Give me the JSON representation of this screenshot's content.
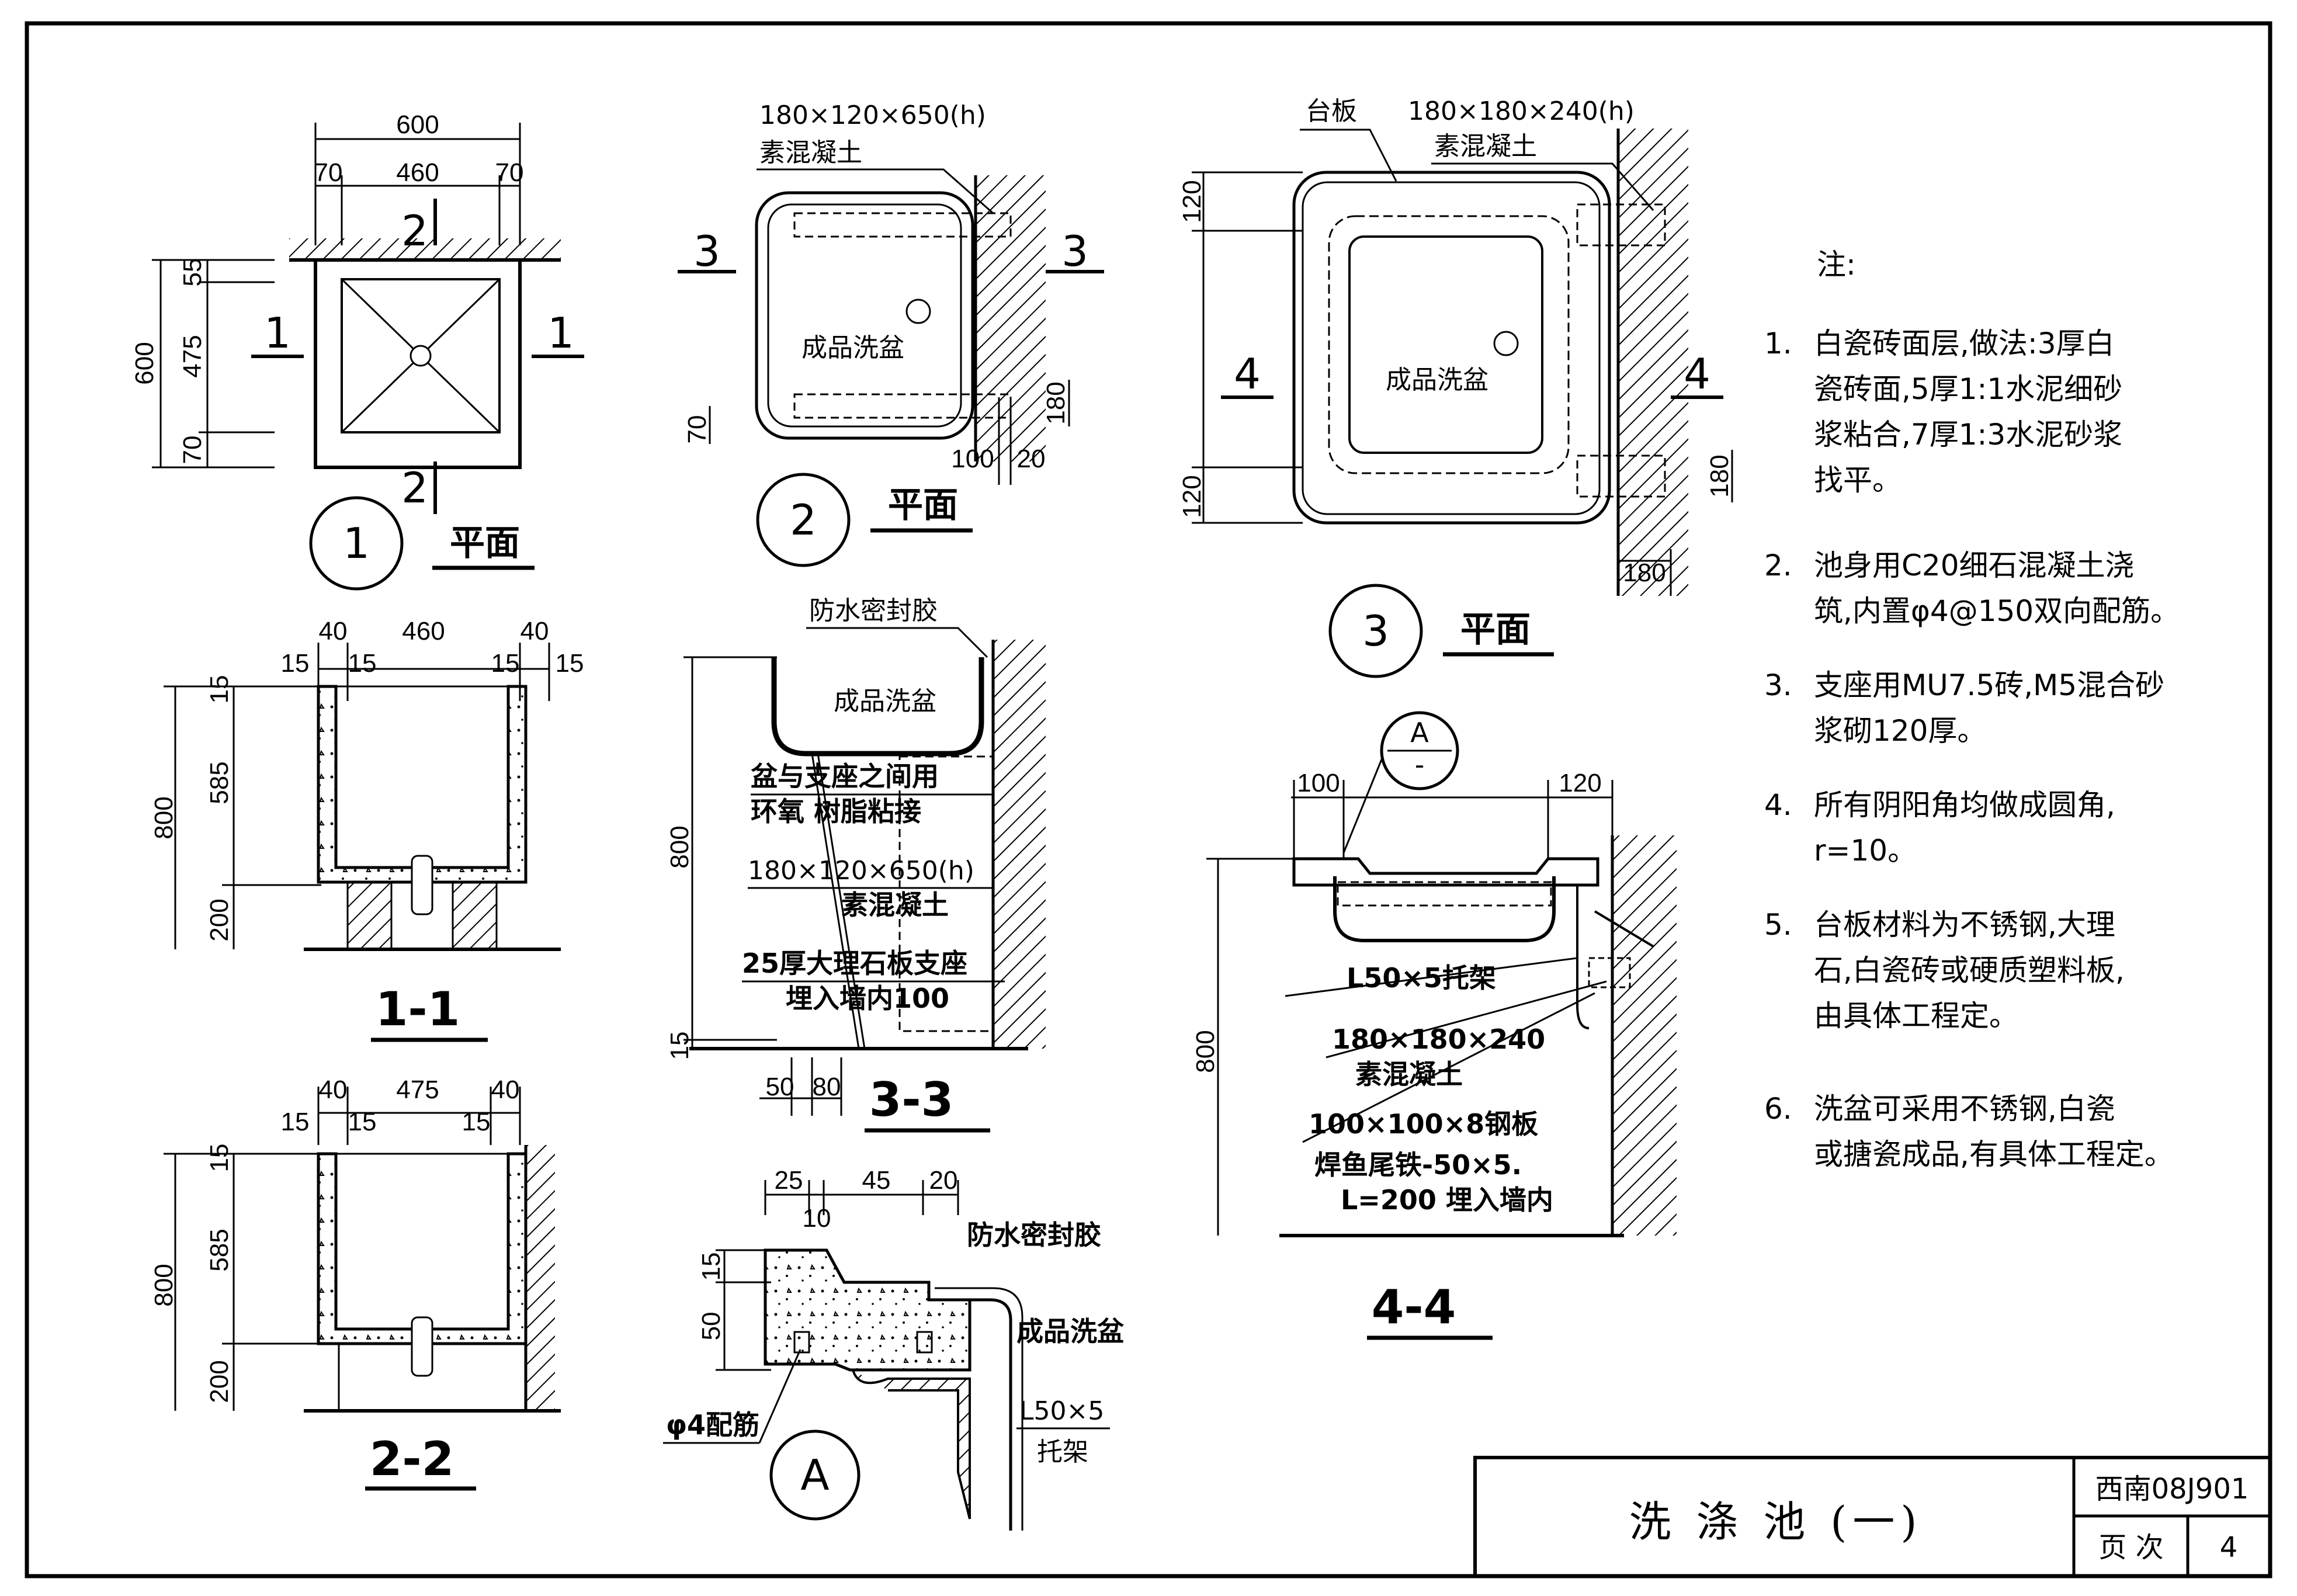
{
  "drawing": {
    "title": "洗 涤 池 (一)",
    "atlas_code": "西南08J901",
    "page_label": "页 次",
    "page_number": "4"
  },
  "notes": {
    "heading": "注:",
    "items": [
      {
        "num": "1.",
        "lines": [
          "白瓷砖面层,做法:3厚白",
          "瓷砖面,5厚1:1水泥细砂",
          "浆粘合,7厚1:3水泥砂浆",
          "找平。"
        ]
      },
      {
        "num": "2.",
        "lines": [
          "池身用C20细石混凝土浇",
          "筑,内置φ4@150双向配筋。"
        ]
      },
      {
        "num": "3.",
        "lines": [
          "支座用MU7.5砖,M5混合砂",
          "浆砌120厚。"
        ]
      },
      {
        "num": "4.",
        "lines": [
          "所有阴阳角均做成圆角,",
          "r=10。"
        ]
      },
      {
        "num": "5.",
        "lines": [
          "台板材料为不锈钢,大理",
          "石,白瓷砖或硬质塑料板,",
          "由具体工程定。"
        ]
      },
      {
        "num": "6.",
        "lines": [
          "洗盆可采用不锈钢,白瓷",
          "或搪瓷成品,有具体工程定。"
        ]
      }
    ]
  },
  "plan1": {
    "num": "1",
    "title": "平面",
    "dims": {
      "overall": "600",
      "left": "70",
      "mid": "460",
      "right": "70",
      "v_overall": "600",
      "v_top": "55",
      "v_mid": "475",
      "v_bot": "70"
    },
    "cut_marks": {
      "a": "1",
      "b": "2"
    }
  },
  "plan2": {
    "num": "2",
    "title": "平面",
    "label_spec": "180×120×650(h)",
    "label_mat": "素混凝土",
    "basin": "成品洗盆",
    "cut": "3",
    "dims": {
      "d70": "70",
      "d100": "100",
      "d20": "20",
      "d180": "180"
    }
  },
  "plan3": {
    "num": "3",
    "title": "平面",
    "board": "台板",
    "label_spec": "180×180×240(h)",
    "label_mat": "素混凝土",
    "basin": "成品洗盆",
    "cut": "4",
    "dims": {
      "d120a": "120",
      "d120b": "120",
      "d180v": "180",
      "d180h": "180"
    }
  },
  "sec11": {
    "title": "1-1",
    "dims": {
      "d40a": "40",
      "d460": "460",
      "d40b": "40",
      "d15a": "15",
      "d15b": "15",
      "d15c": "15",
      "d15d": "15",
      "v800": "800",
      "v15": "15",
      "v585": "585",
      "v200": "200"
    }
  },
  "sec22": {
    "title": "2-2",
    "dims": {
      "d40a": "40",
      "d475": "475",
      "d40b": "40",
      "d15a": "15",
      "d15b": "15",
      "d15c": "15",
      "v800": "800",
      "v15": "15",
      "v585": "585",
      "v200": "200"
    }
  },
  "sec33": {
    "title": "3-3",
    "sealant": "防水密封胶",
    "basin": "成品洗盆",
    "note1a": "盆与支座之间用",
    "note1b": "环氧 树脂粘接",
    "spec": "180×120×650(h)",
    "mat": "素混凝土",
    "slab1": "25厚大理石板支座",
    "slab2": "埋入墙内100",
    "dims": {
      "v800": "800",
      "v15": "15",
      "d50": "50",
      "d80": "80"
    }
  },
  "detailA": {
    "label": "A",
    "sealant": "防水密封胶",
    "basin": "成品洗盆",
    "rebar": "φ4配筋",
    "angle": "L50×5",
    "bracket": "托架",
    "dims": {
      "d25": "25",
      "d45": "45",
      "d20": "20",
      "d10": "10",
      "v15": "15",
      "v50": "50"
    }
  },
  "sec44": {
    "title": "4-4",
    "ref_top": "A",
    "ref_bot": "-",
    "angle": "L50×5托架",
    "spec": "180×180×240",
    "mat": "素混凝土",
    "plate": "100×100×8钢板",
    "tail": "焊鱼尾铁-50×5.",
    "embed": "L=200 埋入墙内",
    "dims": {
      "d100": "100",
      "d120": "120",
      "v800": "800"
    }
  }
}
